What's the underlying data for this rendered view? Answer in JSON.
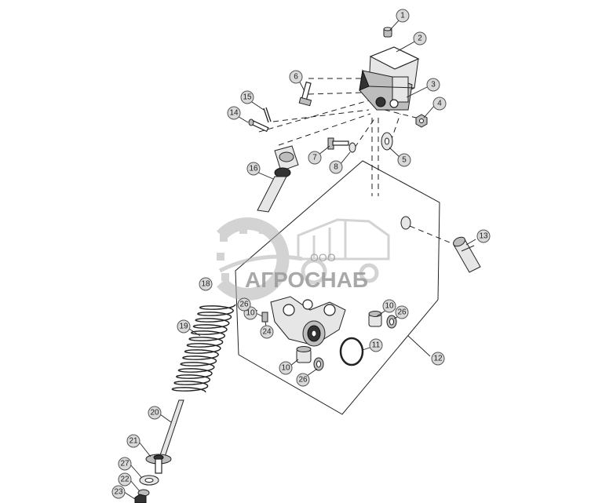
{
  "watermark": {
    "prefix": "ООО",
    "name": "АГРОСНАБ"
  },
  "callouts": [
    {
      "id": "c1",
      "label": "1"
    },
    {
      "id": "c2",
      "label": "2"
    },
    {
      "id": "c3",
      "label": "3"
    },
    {
      "id": "c4",
      "label": "4"
    },
    {
      "id": "c5",
      "label": "5"
    },
    {
      "id": "c6",
      "label": "6"
    },
    {
      "id": "c7",
      "label": "7"
    },
    {
      "id": "c8",
      "label": "8"
    },
    {
      "id": "c10a",
      "label": "10"
    },
    {
      "id": "c10b",
      "label": "10"
    },
    {
      "id": "c10c",
      "label": "10"
    },
    {
      "id": "c11",
      "label": "11"
    },
    {
      "id": "c12",
      "label": "12"
    },
    {
      "id": "c13",
      "label": "13"
    },
    {
      "id": "c14",
      "label": "14"
    },
    {
      "id": "c15",
      "label": "15"
    },
    {
      "id": "c16",
      "label": "16"
    },
    {
      "id": "c18",
      "label": "18"
    },
    {
      "id": "c19",
      "label": "19"
    },
    {
      "id": "c20",
      "label": "20"
    },
    {
      "id": "c21",
      "label": "21"
    },
    {
      "id": "c22",
      "label": "22"
    },
    {
      "id": "c23",
      "label": "23"
    },
    {
      "id": "c24",
      "label": "24"
    },
    {
      "id": "c26a",
      "label": "26"
    },
    {
      "id": "c26b",
      "label": "26"
    },
    {
      "id": "c26c",
      "label": "26"
    },
    {
      "id": "c27",
      "label": "27"
    }
  ]
}
